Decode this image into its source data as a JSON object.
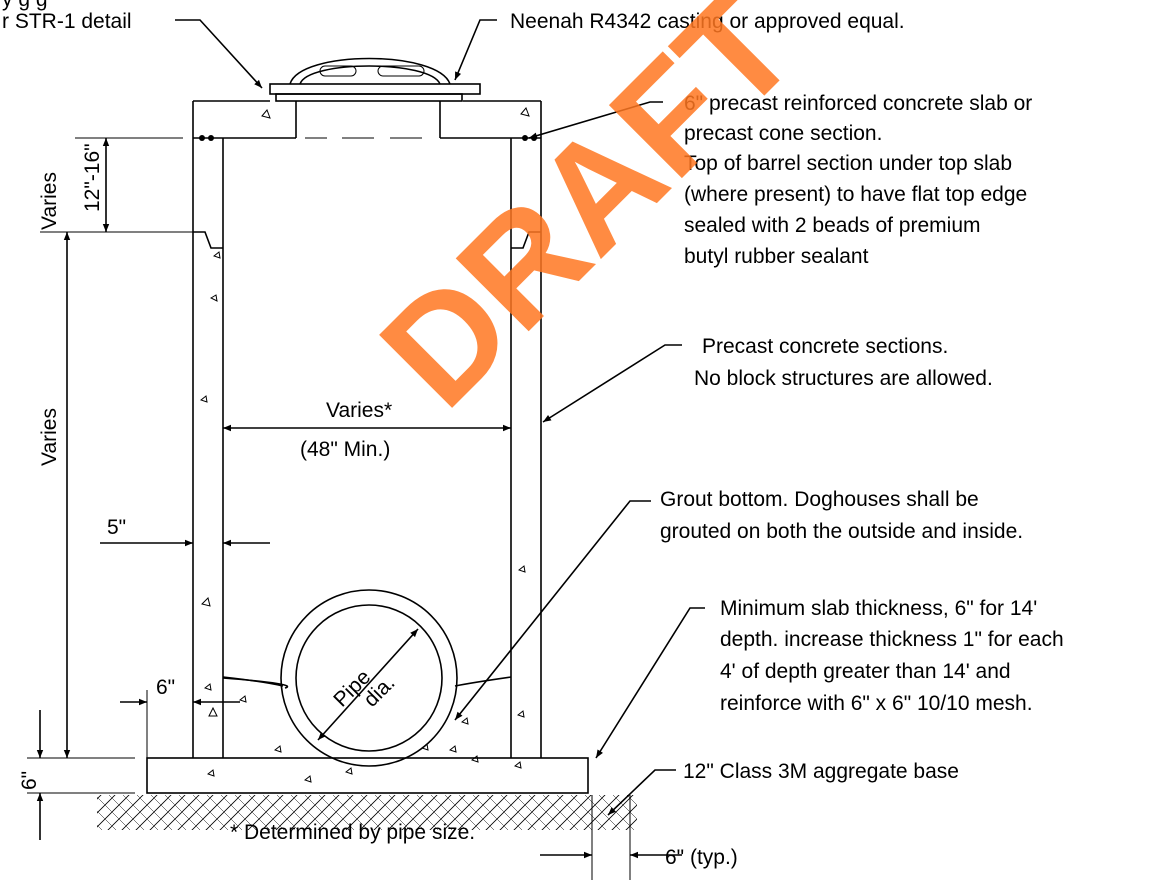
{
  "labels": {
    "top_left_1": "y   g  g",
    "top_left_2": "r STR-1 detail",
    "casting": "Neenah R4342 casting or approved equal.",
    "slab_1": "6\" precast reinforced concrete slab or",
    "slab_2": "precast cone section.",
    "slab_3": "Top of barrel section under top slab",
    "slab_4": "(where present) to have flat top edge",
    "slab_5": "sealed with 2 beads of premium",
    "slab_6": "butyl rubber sealant",
    "sections_1": "Precast concrete sections.",
    "sections_2": "No block structures are allowed.",
    "grout_1": "Grout bottom.  Doghouses shall be",
    "grout_2": "grouted on both the outside and inside.",
    "min_slab_1": "Minimum slab thickness, 6\" for 14'",
    "min_slab_2": "depth.  increase thickness 1\" for each",
    "min_slab_3": "4' of depth greater than 14' and",
    "min_slab_4": "reinforce with 6\" x 6\" 10/10 mesh.",
    "aggregate": "12\" Class 3M aggregate base",
    "determined": "* Determined by pipe size.",
    "typ": "6\" (typ.)",
    "varies_width": "Varies*",
    "min_width": "(48\" Min.)",
    "varies_top_1": "Varies",
    "varies_top_2": "12\"-16\"",
    "varies_side": "Varies",
    "dim_5": "5\"",
    "dim_6": "6\"",
    "dim_6_base": "6\"",
    "pipe_1": "Pipe",
    "pipe_2": "dia.",
    "watermark": "DRAFT"
  },
  "colors": {
    "line": "#000000",
    "watermark": "#ff7722"
  }
}
